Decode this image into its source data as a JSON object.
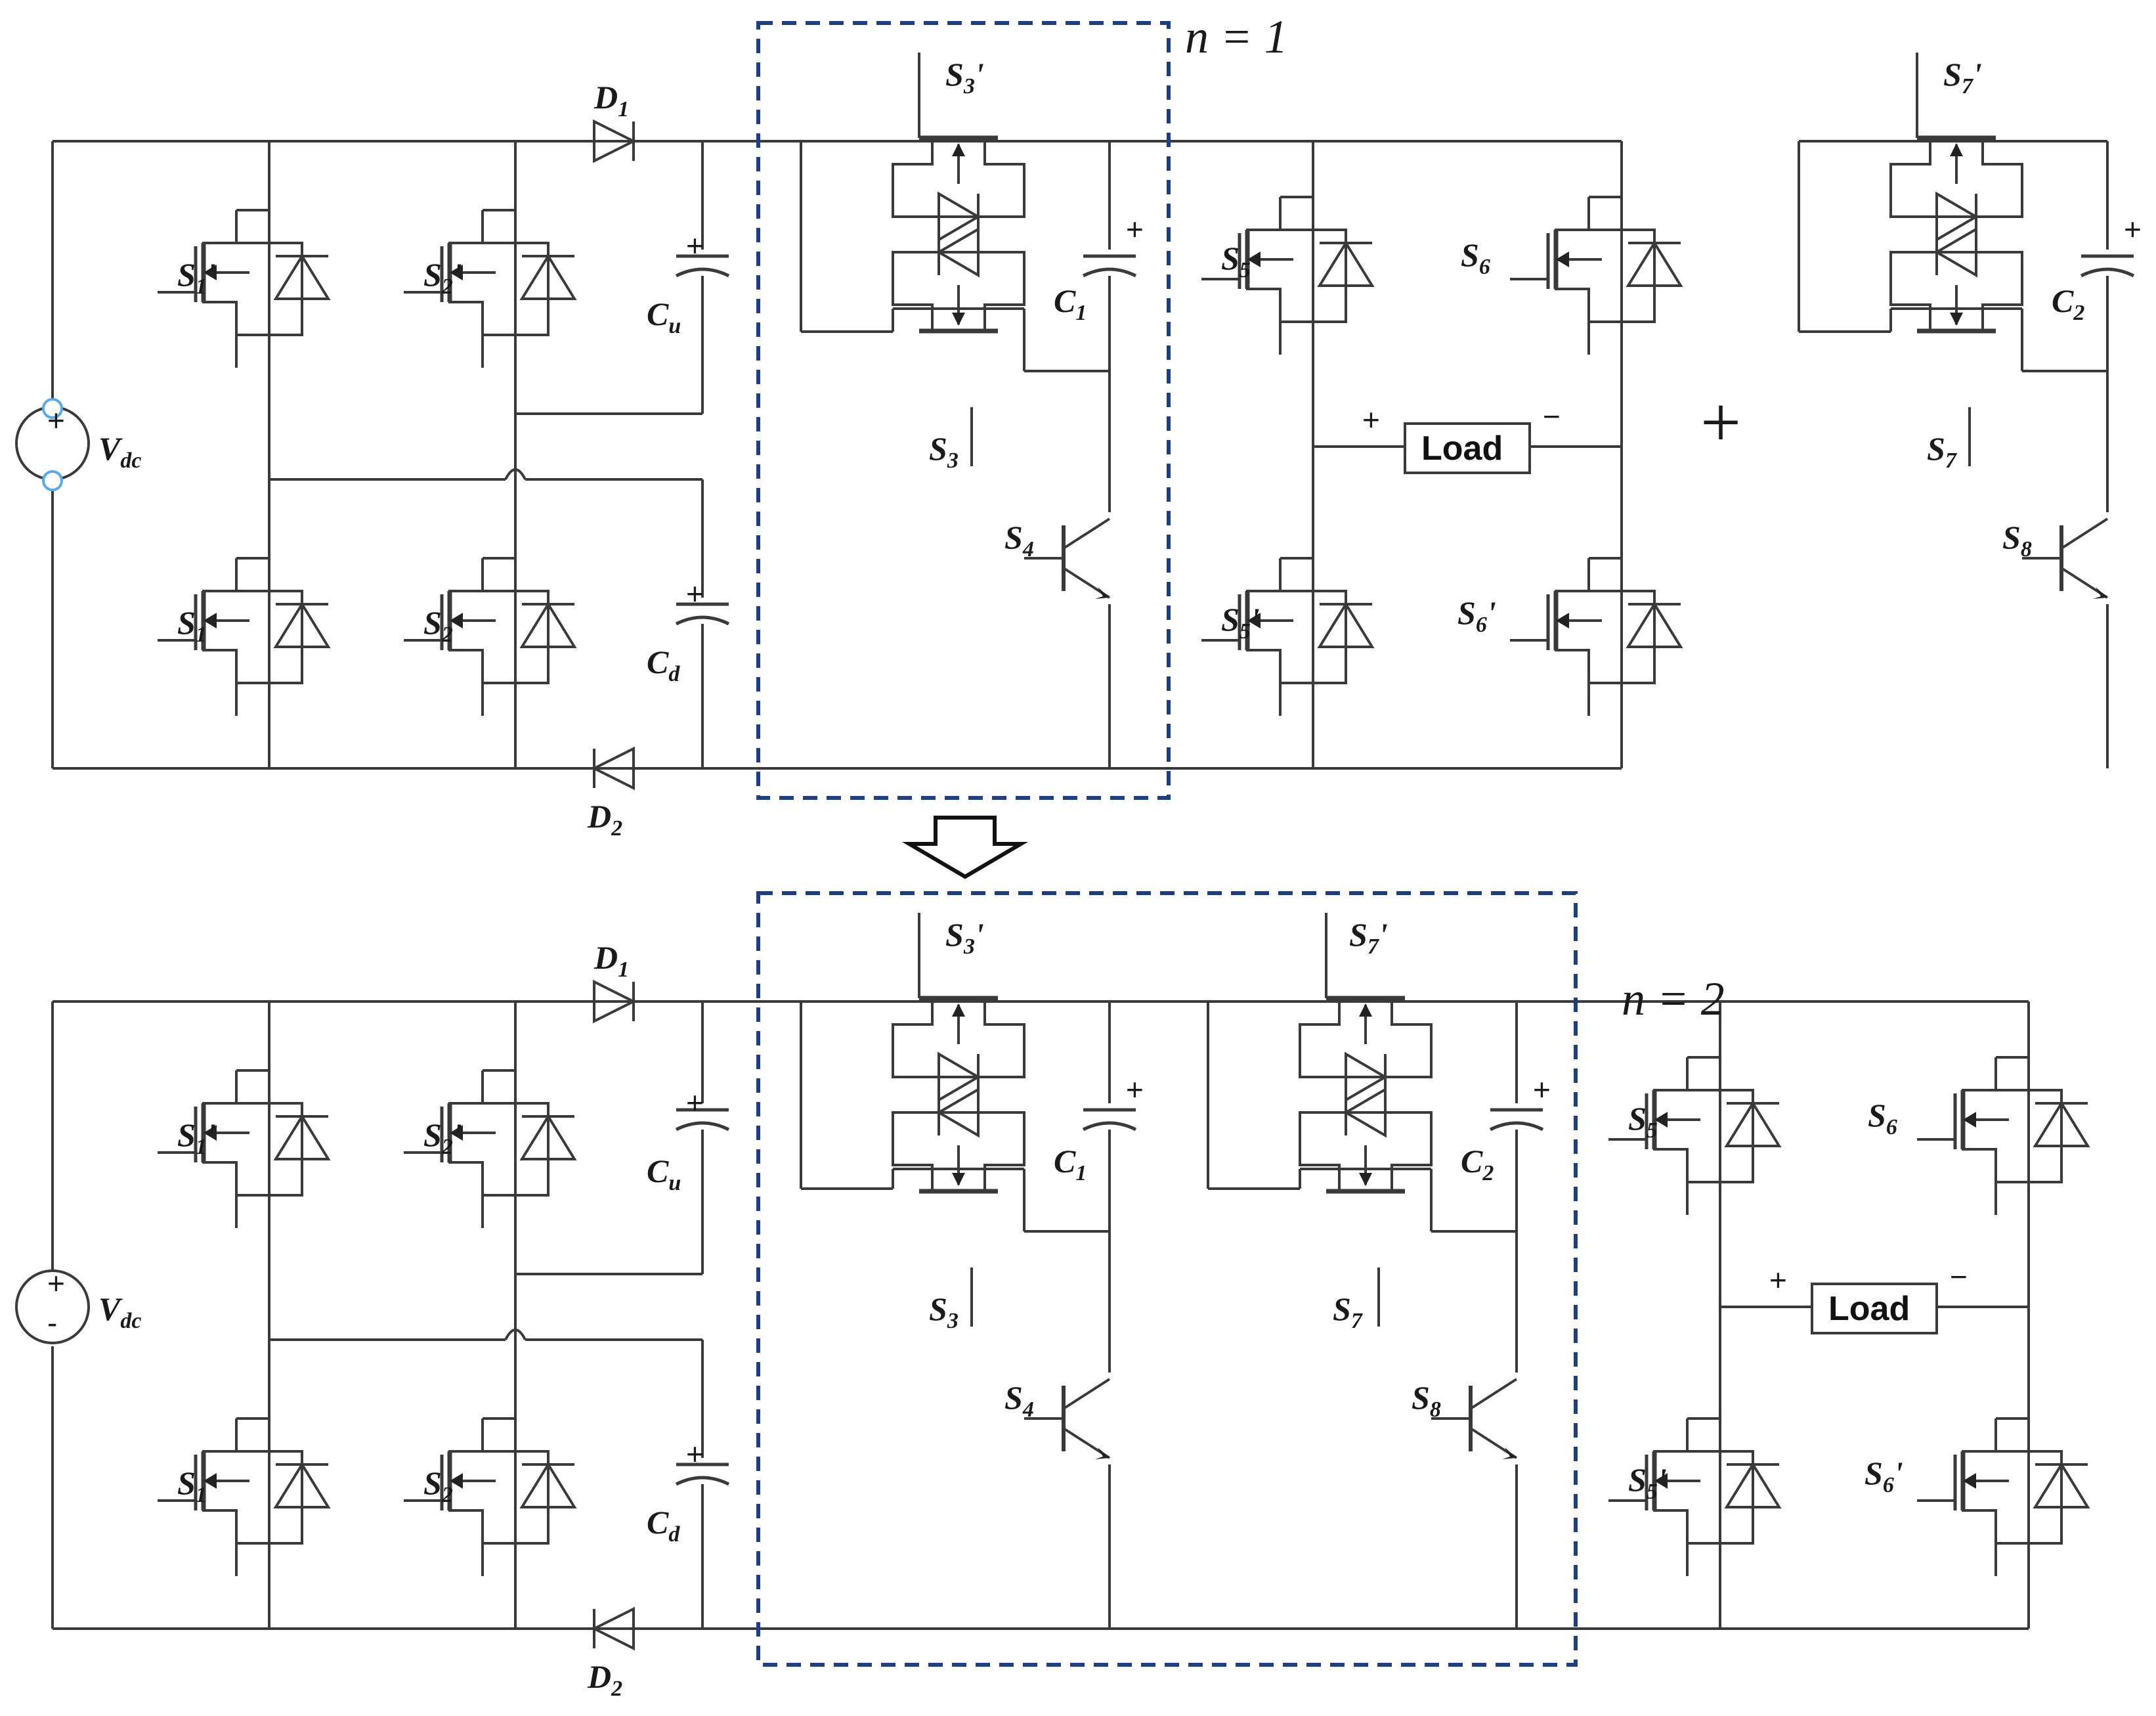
{
  "labels": {
    "stage_n1": "n = 1",
    "stage_n2": "n = 2",
    "plus_sign": "+",
    "load": "Load",
    "vdc_main": "V",
    "vdc_sub": "dc",
    "d1_main": "D",
    "d1_sub": "1",
    "d2_main": "D",
    "d2_sub": "2",
    "cu_main": "C",
    "cu_sub": "u",
    "cd_main": "C",
    "cd_sub": "d",
    "c1_main": "C",
    "c1_sub": "1",
    "c2_main": "C",
    "c2_sub": "2",
    "s1_main": "S",
    "s1_sub": "1",
    "s1p_main": "S",
    "s1p_sub": "1",
    "s1p_prime": "'",
    "s2_main": "S",
    "s2_sub": "2",
    "s2p_main": "S",
    "s2p_sub": "2",
    "s2p_prime": "'",
    "s3_main": "S",
    "s3_sub": "3",
    "s3p_main": "S",
    "s3p_sub": "3",
    "s3p_prime": "'",
    "s4_main": "S",
    "s4_sub": "4",
    "s5_main": "S",
    "s5_sub": "5",
    "s5p_main": "S",
    "s5p_sub": "5",
    "s5p_prime": "'",
    "s6_main": "S",
    "s6_sub": "6",
    "s6p_main": "S",
    "s6p_sub": "6",
    "s6p_prime": "'",
    "s7_main": "S",
    "s7_sub": "7",
    "s7p_main": "S",
    "s7p_sub": "7",
    "s7p_prime": "'",
    "s8_main": "S",
    "s8_sub": "8",
    "cap_plus": "+",
    "load_plus": "+",
    "load_minus": "−"
  },
  "colors": {
    "wire": "#3a3a3a",
    "dashed_box": "#1f3f7a",
    "source_terminal": "#5aa9e6"
  }
}
